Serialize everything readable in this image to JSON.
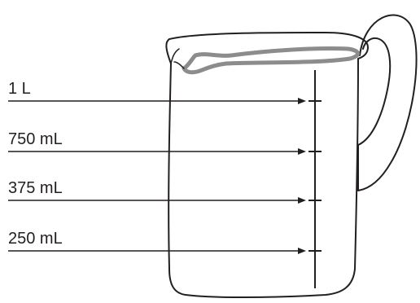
{
  "labels": [
    {
      "text": "1 L"
    },
    {
      "text": "750 mL"
    },
    {
      "text": "375 mL"
    },
    {
      "text": "250 mL"
    }
  ],
  "colors": {
    "ink": "#231f20",
    "liquid_rim": "#8c8c8c"
  }
}
